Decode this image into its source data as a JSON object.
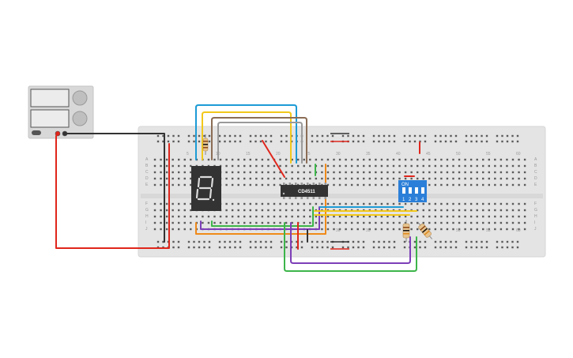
{
  "chip": {
    "label": "CD4511"
  },
  "dip_switch": {
    "on_label": "ON",
    "switch_numbers": [
      "1",
      "2",
      "3",
      "4"
    ]
  },
  "breadboard": {
    "column_numbers": [
      "1",
      "5",
      "10",
      "15",
      "20",
      "25",
      "30",
      "35",
      "40",
      "45",
      "50",
      "55",
      "60"
    ],
    "row_letters_top": [
      "A",
      "B",
      "C",
      "D",
      "E"
    ],
    "row_letters_bottom": [
      "F",
      "G",
      "H",
      "I",
      "J"
    ]
  },
  "wire_colors": {
    "power_positive": "#e0261c",
    "power_negative": "#333333",
    "blue": "#1d9bd6",
    "yellow": "#f2c81a",
    "brown": "#8b6d56",
    "gray": "#9a9a9a",
    "green": "#3db54a",
    "orange": "#ef8a1a",
    "purple": "#7d3fb8"
  }
}
